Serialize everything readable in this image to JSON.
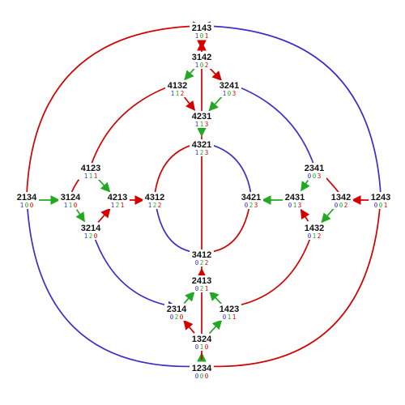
{
  "colors": {
    "red": "#d40000",
    "green": "#22a822",
    "blue": "#3a2fc8",
    "text": "#111111"
  },
  "nodes": [
    {
      "id": "2143",
      "label": "2143",
      "code": [
        "1",
        "0",
        "1"
      ]
    },
    {
      "id": "3142",
      "label": "3142",
      "code": [
        "1",
        "0",
        "2"
      ]
    },
    {
      "id": "4132",
      "label": "4132",
      "code": [
        "1",
        "1",
        "2"
      ]
    },
    {
      "id": "3241",
      "label": "3241",
      "code": [
        "1",
        "0",
        "3"
      ]
    },
    {
      "id": "4231",
      "label": "4231",
      "code": [
        "1",
        "1",
        "3"
      ]
    },
    {
      "id": "4321",
      "label": "4321",
      "code": [
        "1",
        "2",
        "3"
      ]
    },
    {
      "id": "4123",
      "label": "4123",
      "code": [
        "1",
        "1",
        "1"
      ]
    },
    {
      "id": "2134",
      "label": "2134",
      "code": [
        "1",
        "0",
        "0"
      ]
    },
    {
      "id": "3124",
      "label": "3124",
      "code": [
        "1",
        "1",
        "0"
      ]
    },
    {
      "id": "4213",
      "label": "4213",
      "code": [
        "1",
        "2",
        "1"
      ]
    },
    {
      "id": "4312",
      "label": "4312",
      "code": [
        "1",
        "2",
        "2"
      ]
    },
    {
      "id": "3214",
      "label": "3214",
      "code": [
        "1",
        "2",
        "0"
      ]
    },
    {
      "id": "2341",
      "label": "2341",
      "code": [
        "0",
        "0",
        "3"
      ]
    },
    {
      "id": "3421",
      "label": "3421",
      "code": [
        "0",
        "2",
        "3"
      ]
    },
    {
      "id": "2431",
      "label": "2431",
      "code": [
        "0",
        "1",
        "3"
      ]
    },
    {
      "id": "1342",
      "label": "1342",
      "code": [
        "0",
        "0",
        "2"
      ]
    },
    {
      "id": "1243",
      "label": "1243",
      "code": [
        "0",
        "0",
        "1"
      ]
    },
    {
      "id": "1432",
      "label": "1432",
      "code": [
        "0",
        "1",
        "2"
      ]
    },
    {
      "id": "3412",
      "label": "3412",
      "code": [
        "0",
        "2",
        "2"
      ]
    },
    {
      "id": "2413",
      "label": "2413",
      "code": [
        "0",
        "2",
        "1"
      ]
    },
    {
      "id": "2314",
      "label": "2314",
      "code": [
        "0",
        "2",
        "0"
      ]
    },
    {
      "id": "1423",
      "label": "1423",
      "code": [
        "0",
        "1",
        "1"
      ]
    },
    {
      "id": "1324",
      "label": "1324",
      "code": [
        "0",
        "1",
        "0"
      ]
    },
    {
      "id": "1234",
      "label": "1234",
      "code": [
        "0",
        "0",
        "0"
      ]
    }
  ],
  "edges": [
    {
      "from": "1234",
      "to": "1324",
      "color": "green"
    },
    {
      "from": "1324",
      "to": "2314",
      "color": "red"
    },
    {
      "from": "1324",
      "to": "1423",
      "color": "green"
    },
    {
      "from": "2314",
      "to": "2413",
      "color": "green"
    },
    {
      "from": "1423",
      "to": "2413",
      "color": "green"
    },
    {
      "from": "2413",
      "to": "3412",
      "color": "red"
    },
    {
      "from": "1234",
      "to": "2134",
      "color": "blue"
    },
    {
      "from": "1234",
      "to": "2143",
      "color": "red"
    },
    {
      "from": "1234",
      "to": "1243",
      "color": "red"
    },
    {
      "from": "1243",
      "to": "2143",
      "color": "blue"
    },
    {
      "from": "2134",
      "to": "2143",
      "color": "red"
    },
    {
      "from": "2143",
      "to": "3142",
      "color": "red"
    },
    {
      "from": "3142",
      "to": "4132",
      "color": "green"
    },
    {
      "from": "3142",
      "to": "3241",
      "color": "red"
    },
    {
      "from": "4132",
      "to": "4231",
      "color": "red"
    },
    {
      "from": "3241",
      "to": "4231",
      "color": "green"
    },
    {
      "from": "4231",
      "to": "4321",
      "color": "green"
    },
    {
      "from": "2134",
      "to": "3124",
      "color": "green"
    },
    {
      "from": "3124",
      "to": "4123",
      "color": "red"
    },
    {
      "from": "3124",
      "to": "3214",
      "color": "green"
    },
    {
      "from": "4123",
      "to": "4213",
      "color": "green"
    },
    {
      "from": "3214",
      "to": "4213",
      "color": "red"
    },
    {
      "from": "4213",
      "to": "4312",
      "color": "red"
    },
    {
      "from": "4312",
      "to": "4321",
      "color": "red"
    },
    {
      "from": "4123",
      "to": "4132",
      "color": "red"
    },
    {
      "from": "3214",
      "to": "2314",
      "color": "blue"
    },
    {
      "from": "1243",
      "to": "1342",
      "color": "red"
    },
    {
      "from": "1342",
      "to": "2341",
      "color": "red"
    },
    {
      "from": "1342",
      "to": "1432",
      "color": "green"
    },
    {
      "from": "2341",
      "to": "2431",
      "color": "green"
    },
    {
      "from": "1432",
      "to": "2431",
      "color": "red"
    },
    {
      "from": "2431",
      "to": "3421",
      "color": "green"
    },
    {
      "from": "3421",
      "to": "4321",
      "color": "blue"
    },
    {
      "from": "2341",
      "to": "3241",
      "color": "blue"
    },
    {
      "from": "1423",
      "to": "1432",
      "color": "red"
    },
    {
      "from": "3412",
      "to": "4312",
      "color": "blue"
    },
    {
      "from": "3412",
      "to": "3421",
      "color": "red"
    }
  ]
}
